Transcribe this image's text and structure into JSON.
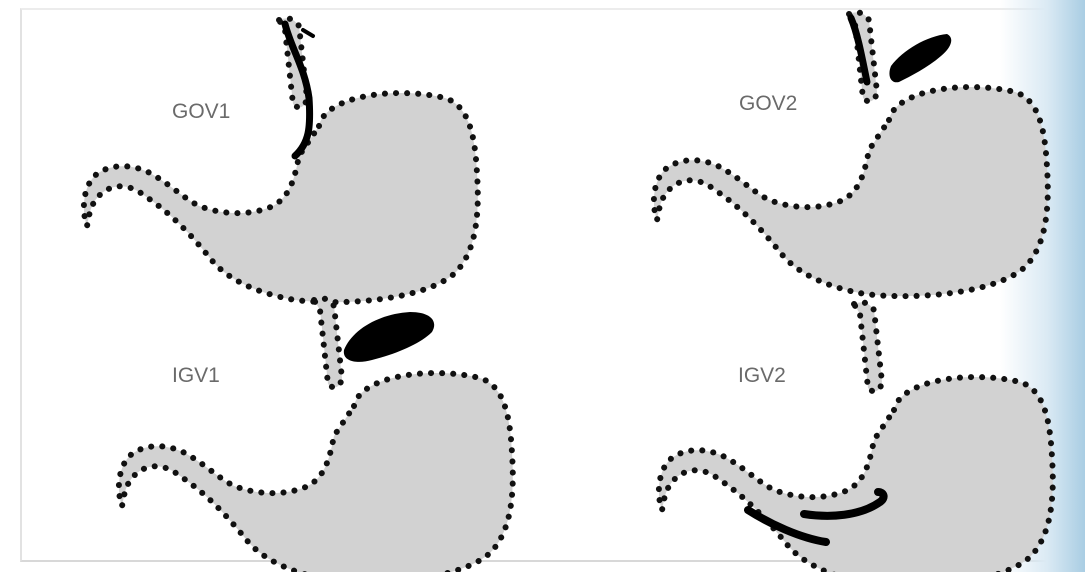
{
  "labels": {
    "gov1": "GOV1",
    "gov2": "GOV2",
    "igv1": "IGV1",
    "igv2": "IGV2"
  },
  "colors": {
    "stomach_fill": "#d2d2d2",
    "outline": "#111111",
    "varix": "#000000",
    "label_text": "#6a6a6a",
    "edge_gradient": "#a9cde3"
  }
}
